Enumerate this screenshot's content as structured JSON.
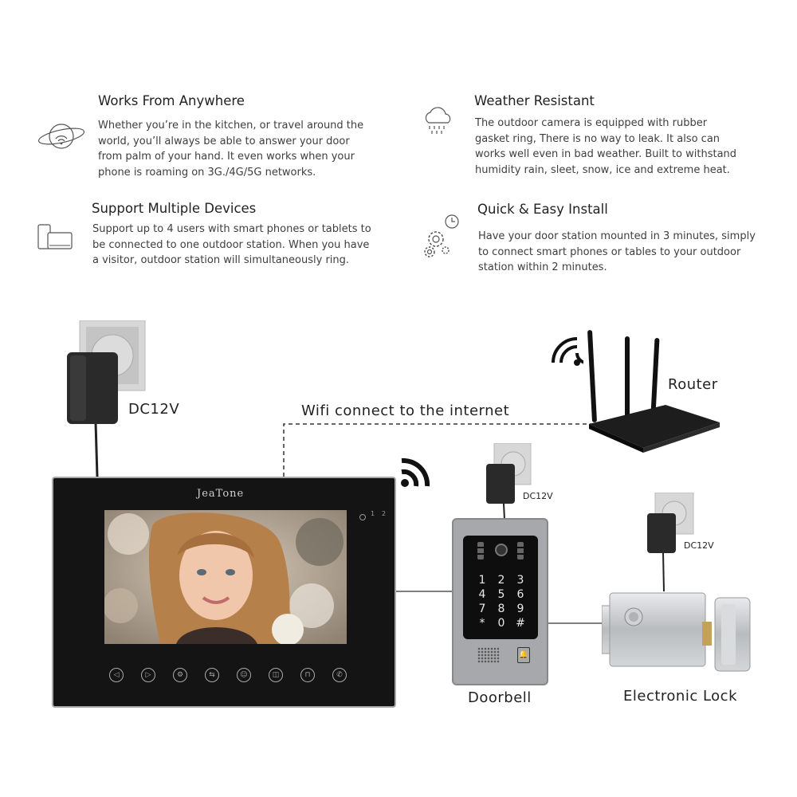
{
  "features": [
    {
      "title": "Works From Anywhere",
      "lines": [
        "Whether you’re in the kitchen, or travel around the",
        "world, you’ll always be able to answer your door",
        "from palm of your hand. It even works when your",
        "phone is roaming on 3G./4G/5G networks."
      ],
      "icon": "globe-wifi-icon"
    },
    {
      "title": "Weather Resistant",
      "lines": [
        "The outdoor camera is equipped with rubber",
        "gasket ring, There is no way to leak. It also can",
        "works well even in bad weather. Built to withstand",
        "humidity rain, sleet, snow, ice and extreme heat."
      ],
      "icon": "rain-cloud-icon"
    },
    {
      "title": "Support Multiple Devices",
      "lines": [
        "Support up to 4 users with smart phones or tablets to",
        "be connected to one outdoor station. When you have",
        "a visitor, outdoor station will simultaneously ring."
      ],
      "icon": "devices-icon"
    },
    {
      "title": "Quick & Easy Install",
      "lines": [
        "Have your door station mounted in 3 minutes, simply",
        "to connect smart phones or tables to your outdoor",
        "station within 2 minutes."
      ],
      "icon": "gears-clock-icon"
    }
  ],
  "diagram": {
    "monitor_adapter_label": "DC12V",
    "doorbell_adapter_label": "DC12V",
    "lock_adapter_label": "DC12V",
    "wifi_label": "Wifi connect to the internet",
    "router_label": "Router",
    "doorbell_label": "Doorbell",
    "lock_label": "Electronic Lock",
    "brand": "JeaTone",
    "indicator_1": "1",
    "indicator_2": "2",
    "keypad": [
      "1",
      "2",
      "3",
      "4",
      "5",
      "6",
      "7",
      "8",
      "9",
      "*",
      "0",
      "#"
    ]
  },
  "colors": {
    "monitor_body": "#141414",
    "doorbell_panel": "#a6a8ab",
    "lock_body": "#c9cccf",
    "text": "#222222"
  }
}
